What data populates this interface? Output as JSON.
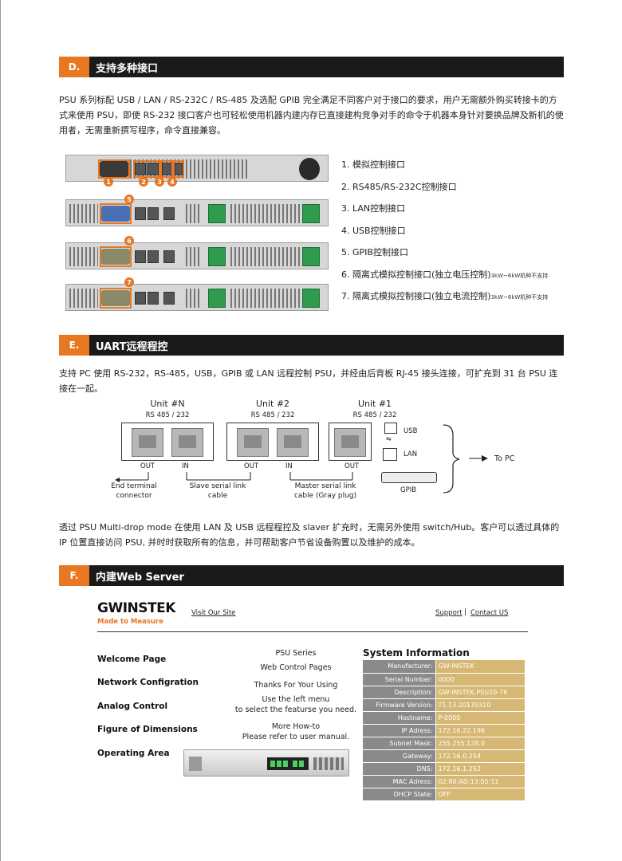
{
  "section_d": {
    "letter": "D.",
    "title": "支持多种接口",
    "paragraph": "PSU 系列标配 USB / LAN / RS-232C / RS-485 及选配 GPIB 完全满足不同客户对于接口的要求，用户无需额外购买转接卡的方式来使用 PSU，即使 RS-232 接口客户也可轻松使用机器内建内存已直接建构竞争对手的命令于机器本身针对要换品牌及新机的使用者，无需重新撰写程序，命令直接兼容。",
    "badges": [
      "1",
      "2",
      "3",
      "4",
      "5",
      "6",
      "7"
    ],
    "ports": [
      {
        "label": "1. 模拟控制接口",
        "note": ""
      },
      {
        "label": "2. RS485/RS-232C控制接口",
        "note": ""
      },
      {
        "label": "3. LAN控制接口",
        "note": ""
      },
      {
        "label": "4. USB控制接口",
        "note": ""
      },
      {
        "label": "5. GPIB控制接口",
        "note": ""
      },
      {
        "label": "6. 隔离式模拟控制接口(独立电压控制)",
        "note": "3kW~6kW机种不支持"
      },
      {
        "label": "7. 隔离式模拟控制接口(独立电流控制)",
        "note": "3kW~6kW机种不支持"
      }
    ]
  },
  "section_e": {
    "letter": "E.",
    "title": "UART远程程控",
    "paragraph": "支持 PC 使用 RS-232，RS-485，USB，GPIB 或 LAN 远程控制 PSU，并经由后背板 RJ-45 接头连接，可扩充到 31 台 PSU 连接在一起。",
    "units": [
      {
        "name": "Unit #N",
        "sub": "RS  485 / 232"
      },
      {
        "name": "Unit #2",
        "sub": "RS  485 / 232"
      },
      {
        "name": "Unit #1",
        "sub": "RS  485 / 232"
      }
    ],
    "port_out": "OUT",
    "port_in": "IN",
    "iface_usb": "USB",
    "iface_lan": "LAN",
    "iface_gpib": "GPIB",
    "to_pc": "To PC",
    "end_terminal": "End terminal\nconnector",
    "slave_cable": "Slave serial link\ncable",
    "master_cable": "Master serial link\ncable (Gray plug)",
    "paragraph2": "透过 PSU Multi-drop mode 在使用 LAN 及 USB 远程程控及 slaver 扩充时，无需另外使用 switch/Hub。客户可以透过具体的 IP 位置直接访问 PSU, 并时时获取所有的信息，并可帮助客户节省设备购置以及维护的成本。"
  },
  "section_f": {
    "letter": "F.",
    "title": "内建Web Server",
    "logo": "GWINSTEK",
    "tagline": "Made to Measure",
    "visit_link": "Visit Our Site",
    "support_link": "Support",
    "contact_link": "Contact US",
    "nav": [
      "Welcome Page",
      "Network Configration",
      "Analog Control",
      "Figure of Dimensions",
      "Operating Area"
    ],
    "center_title1": "PSU Series",
    "center_title2": "Web Control Pages",
    "center_thanks": "Thanks For Your Using",
    "center_use1": "Use the left menu",
    "center_use2": "to select the featurse you need.",
    "center_more1": "More How-to",
    "center_more2": "Please refer to user manual.",
    "sys_title": "System Information",
    "sys_rows": [
      {
        "k": "Manufacturer:",
        "v": "GW-INSTEK"
      },
      {
        "k": "Serial Number:",
        "v": "0000"
      },
      {
        "k": "Description:",
        "v": "GW-INSTEK,PSU20-76"
      },
      {
        "k": "Firmware Version:",
        "v": "T1.13.20170310"
      },
      {
        "k": "Hostname:",
        "v": "P-0000"
      },
      {
        "k": "IP Adress:",
        "v": "172.16.22.196"
      },
      {
        "k": "Subnet Mask:",
        "v": "255.255.128.0"
      },
      {
        "k": "Gateway:",
        "v": "172.16.0.254"
      },
      {
        "k": "DNS:",
        "v": "172.16.1.252"
      },
      {
        "k": "MAC Adress:",
        "v": "02:80:AD:13:05:11"
      },
      {
        "k": "DHCP State:",
        "v": "OFF"
      }
    ]
  }
}
